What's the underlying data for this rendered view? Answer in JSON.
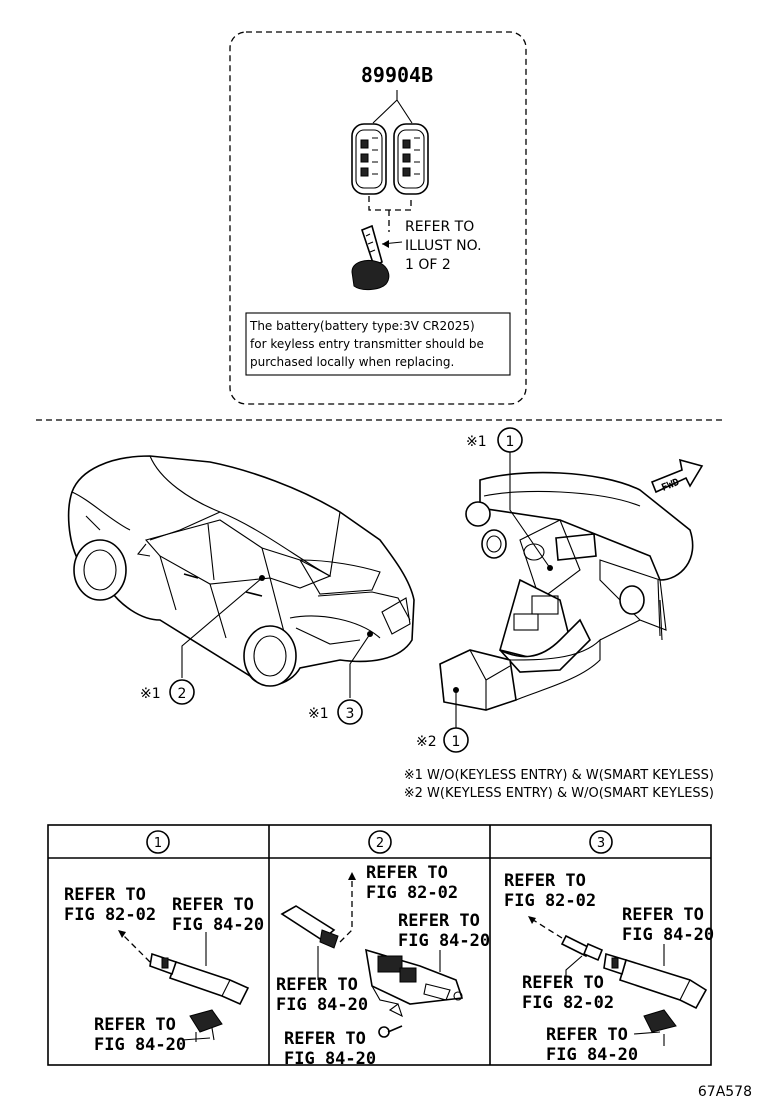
{
  "part_number": "89904B",
  "refer_illust": [
    "REFER TO",
    "ILLUST NO.",
    "1 OF 2"
  ],
  "battery_note": [
    "The battery(battery type:3V CR2025)",
    "for keyless entry transmitter should be",
    "purchased locally when replacing."
  ],
  "markers": {
    "ref1_top": {
      "mark": "※1",
      "num": "1"
    },
    "ref1_door": {
      "mark": "※1",
      "num": "2"
    },
    "ref1_rear": {
      "mark": "※1",
      "num": "3"
    },
    "ref2_console": {
      "mark": "※2",
      "num": "1"
    }
  },
  "fwd_label": "FWD",
  "footnotes": [
    "※1 W/O(KEYLESS ENTRY) & W(SMART KEYLESS)",
    "※2 W(KEYLESS ENTRY) & W/O(SMART KEYLESS)"
  ],
  "panels": [
    {
      "num": "1",
      "refs": [
        [
          "REFER TO",
          "FIG 82-02"
        ],
        [
          "REFER TO",
          "FIG 84-20"
        ],
        [
          "REFER TO",
          "FIG 84-20"
        ]
      ]
    },
    {
      "num": "2",
      "refs": [
        [
          "REFER TO",
          "FIG 82-02"
        ],
        [
          "REFER TO",
          "FIG 84-20"
        ],
        [
          "REFER TO",
          "FIG 84-20"
        ],
        [
          "REFER TO",
          "FIG 84-20"
        ]
      ]
    },
    {
      "num": "3",
      "refs": [
        [
          "REFER TO",
          "FIG 82-02"
        ],
        [
          "REFER TO",
          "FIG 84-20"
        ],
        [
          "REFER TO",
          "FIG 82-02"
        ],
        [
          "REFER TO",
          "FIG 84-20"
        ]
      ]
    }
  ],
  "figure_code": "67A578"
}
